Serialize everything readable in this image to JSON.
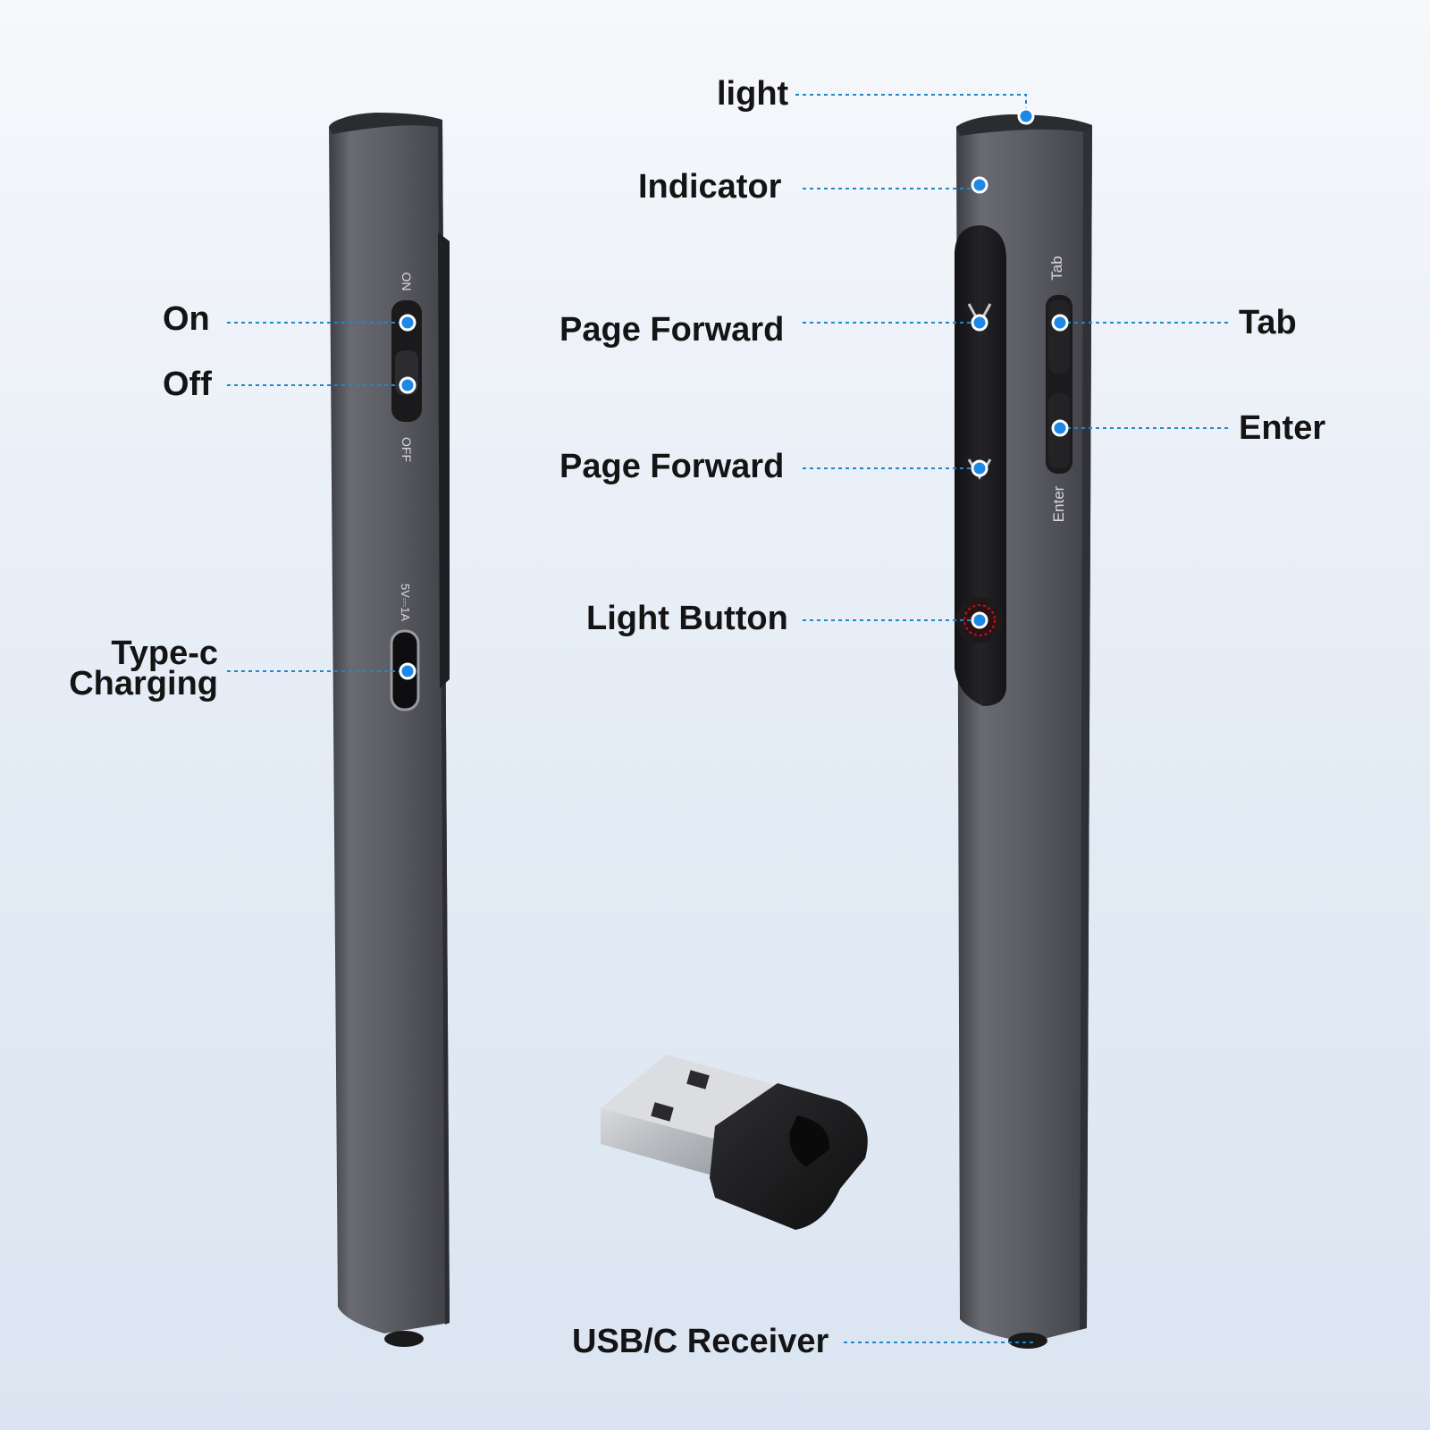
{
  "colors": {
    "background_top": "#f6f8fb",
    "background_bottom": "#dbe5f1",
    "pointer_body": "#5b5c63",
    "button_panel": "#1d1d1f",
    "callout_line": "#1e88c8",
    "callout_dot": "#1e88e5",
    "laser_red": "#c0141a",
    "label_text": "#141414"
  },
  "left_pointer": {
    "engraved": {
      "on": "ON",
      "off": "OFF",
      "power_rating": "5V⎓1A"
    },
    "callouts": {
      "on": "On",
      "off": "Off",
      "type_c_line1": "Type-c",
      "type_c_line2": "Charging"
    }
  },
  "right_pointer": {
    "engraved": {
      "tab": "Tab",
      "enter": "Enter"
    },
    "callouts": {
      "light": "light",
      "indicator": "Indicator",
      "page_forward_top": "Page Forward",
      "page_forward_bottom": "Page Forward",
      "light_button": "Light Button",
      "tab": "Tab",
      "enter": "Enter"
    },
    "icons": {
      "page_up": "chevron-up-icon",
      "page_down": "chevron-down-icon",
      "laser": "laser-icon"
    }
  },
  "receiver": {
    "callout": "USB/C Receiver"
  }
}
